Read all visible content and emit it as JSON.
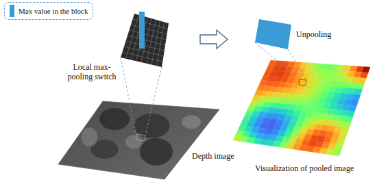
{
  "diagram": {
    "labels": [
      "Local max-pooling switch",
      "Depth image",
      "Unpooling",
      "Visualization of pooled image"
    ],
    "legend": [
      {
        "text": "Max value in the block",
        "color": "#3b9bd6"
      }
    ]
  }
}
